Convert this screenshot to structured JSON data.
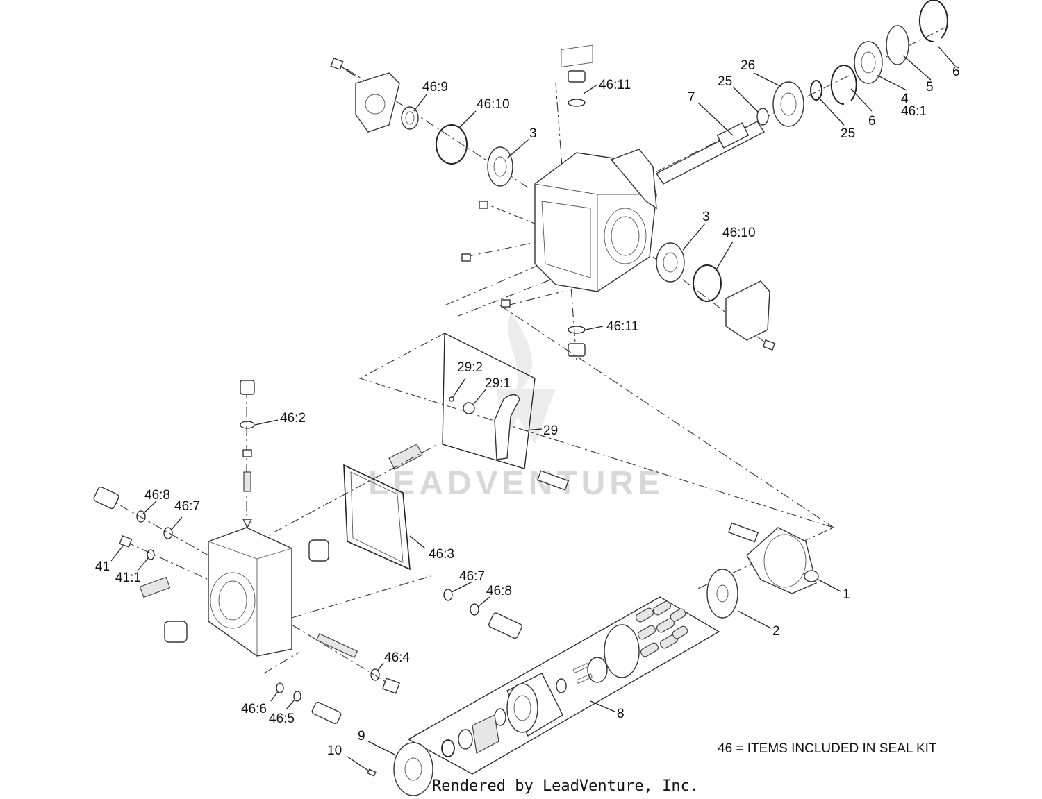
{
  "watermark": "LEADVENTURE",
  "note": "46 = ITEMS INCLUDED IN SEAL KIT",
  "footer": "Rendered by LeadVenture, Inc.",
  "callouts": {
    "c46_9": "46:9",
    "c46_10_top": "46:10",
    "c3_top": "3",
    "c46_11_top": "46:11",
    "c26": "26",
    "c25_top": "25",
    "c7": "7",
    "c25_low": "25",
    "c6_mid": "6",
    "c4": "4",
    "c46_1": "46:1",
    "c5": "5",
    "c6_right": "6",
    "c3_mid": "3",
    "c46_10_mid": "46:10",
    "c46_11_low": "46:11",
    "c29_2": "29:2",
    "c29_1": "29:1",
    "c29": "29",
    "c46_2": "46:2",
    "c46_8_left": "46:8",
    "c46_7_left": "46:7",
    "c41": "41",
    "c41_1": "41:1",
    "c46_3": "46:3",
    "c46_7_right": "46:7",
    "c46_8_right": "46:8",
    "c1": "1",
    "c2": "2",
    "c46_4": "46:4",
    "c46_6": "46:6",
    "c46_5": "46:5",
    "c8": "8",
    "c9": "9",
    "c10": "10"
  }
}
